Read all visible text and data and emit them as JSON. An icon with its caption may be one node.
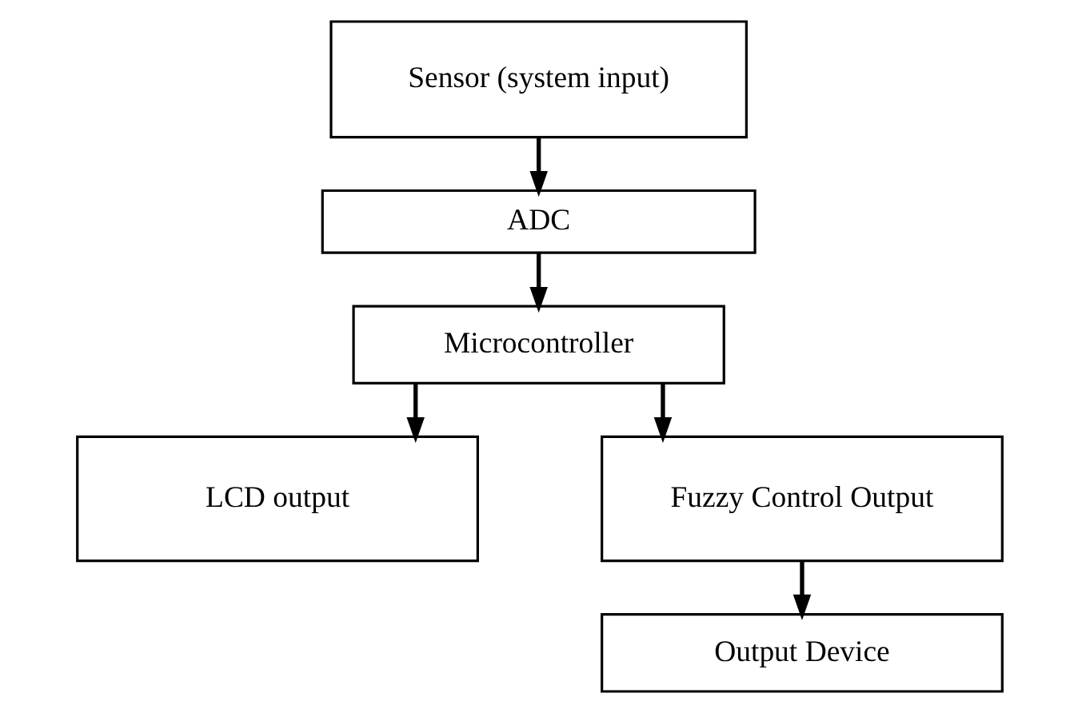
{
  "diagram": {
    "nodes": [
      {
        "text": [
          "Sensor (system input)"
        ]
      },
      {
        "text": [
          "ADC"
        ]
      },
      {
        "text": [
          "Microcontroller"
        ]
      },
      {
        "text": [
          "LCD output"
        ]
      },
      {
        "text": [
          "Fuzzy Control Output"
        ]
      },
      {
        "text": [
          "Output Device"
        ]
      }
    ],
    "edges": [
      {
        "from": 0,
        "to": 1,
        "arrow": "to"
      },
      {
        "from": 1,
        "to": 2,
        "arrow": "to"
      },
      {
        "from": 2,
        "to": 3,
        "arrow": "to"
      },
      {
        "from": 2,
        "to": 4,
        "arrow": "to"
      },
      {
        "from": 4,
        "to": 5,
        "arrow": "to"
      }
    ]
  }
}
